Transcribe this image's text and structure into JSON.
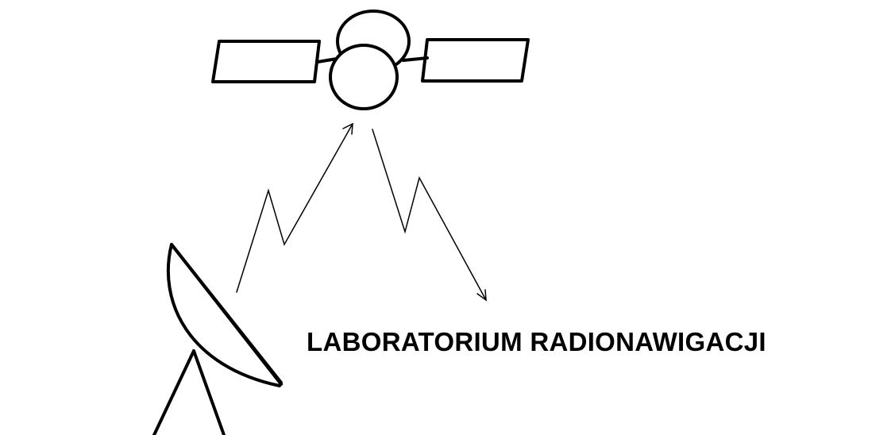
{
  "caption": {
    "text": "LABORATORIUM RADIONAWIGACJI"
  },
  "icons": {
    "satellite": "satellite-icon",
    "dish": "satellite-dish-icon",
    "uplink": "uplink-signal-arrow",
    "downlink": "downlink-signal-arrow"
  },
  "colors": {
    "ink": "#000000",
    "background": "#ffffff"
  }
}
